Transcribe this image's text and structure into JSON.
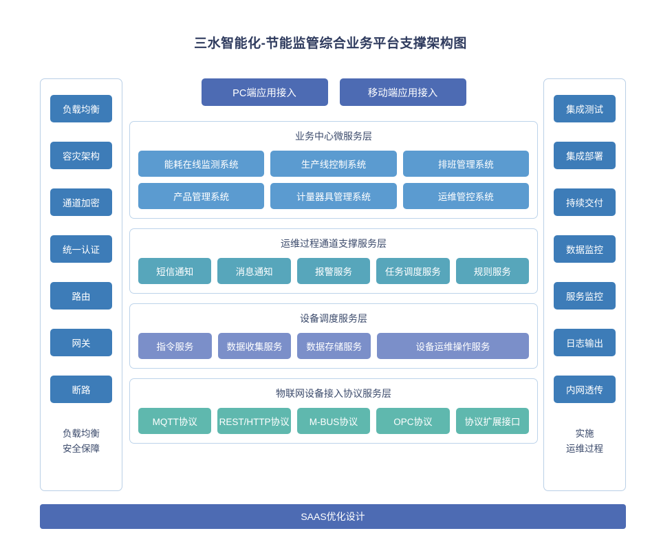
{
  "title": "三水智能化-节能监管综合业务平台支撑架构图",
  "colors": {
    "sidebar_item": "#3d7cb8",
    "access_button": "#4d6bb3",
    "business_node": "#5b9bd0",
    "ops_node": "#57a6bb",
    "device_node": "#7b8fc9",
    "iot_node": "#5fb8ae",
    "bottom_bar": "#4d6bb3",
    "panel_border": "#bcd3ea",
    "text_dark": "#3b4a6b"
  },
  "left_sidebar": {
    "items": [
      {
        "label": "负载均衡"
      },
      {
        "label": "容灾架构"
      },
      {
        "label": "通道加密"
      },
      {
        "label": "统一认证"
      },
      {
        "label": "路由"
      },
      {
        "label": "网关"
      },
      {
        "label": "断路"
      }
    ],
    "footer_line1": "负载均衡",
    "footer_line2": "安全保障"
  },
  "right_sidebar": {
    "items": [
      {
        "label": "集成测试"
      },
      {
        "label": "集成部署"
      },
      {
        "label": "持续交付"
      },
      {
        "label": "数据监控"
      },
      {
        "label": "服务监控"
      },
      {
        "label": "日志输出"
      },
      {
        "label": "内网透传"
      }
    ],
    "footer_line1": "实施",
    "footer_line2": "运维过程"
  },
  "access_buttons": [
    {
      "label": "PC端应用接入"
    },
    {
      "label": "移动端应用接入"
    }
  ],
  "layers": [
    {
      "title": "业务中心微服务层",
      "rows": [
        [
          {
            "label": "能耗在线监测系统"
          },
          {
            "label": "生产线控制系统"
          },
          {
            "label": "排班管理系统"
          }
        ],
        [
          {
            "label": "产品管理系统"
          },
          {
            "label": "计量器具管理系统"
          },
          {
            "label": "运维管控系统"
          }
        ]
      ]
    },
    {
      "title": "运维过程通道支撑服务层",
      "rows": [
        [
          {
            "label": "短信通知"
          },
          {
            "label": "消息通知"
          },
          {
            "label": "报警服务"
          },
          {
            "label": "任务调度服务"
          },
          {
            "label": "规则服务"
          }
        ]
      ]
    },
    {
      "title": "设备调度服务层",
      "rows": [
        [
          {
            "label": "指令服务"
          },
          {
            "label": "数据收集服务"
          },
          {
            "label": "数据存储服务"
          },
          {
            "label": "设备运维操作服务",
            "wide": true
          }
        ]
      ]
    },
    {
      "title": "物联网设备接入协议服务层",
      "rows": [
        [
          {
            "label": "MQTT协议"
          },
          {
            "label": "REST/HTTP协议"
          },
          {
            "label": "M-BUS协议"
          },
          {
            "label": "OPC协议"
          },
          {
            "label": "协议扩展接口"
          }
        ]
      ]
    }
  ],
  "bottom_bar": {
    "label": "SAAS优化设计"
  }
}
